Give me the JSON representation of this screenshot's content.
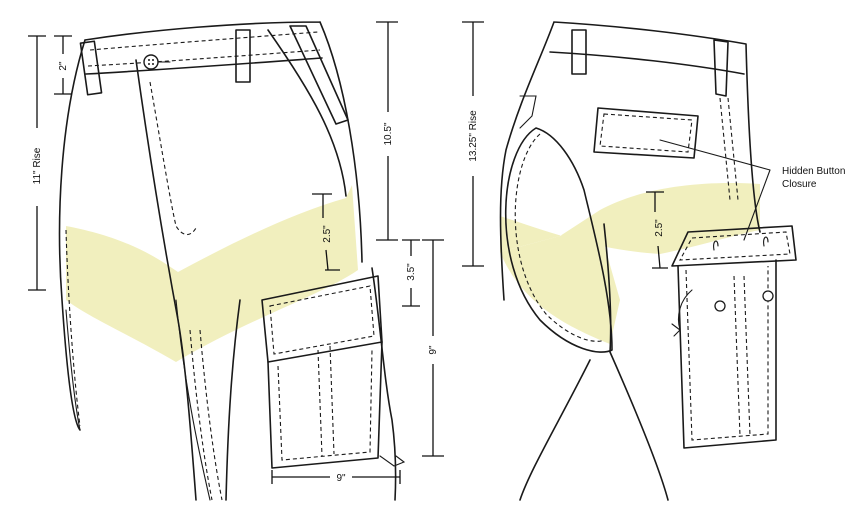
{
  "highlight_color": "#f1efbe",
  "ink_color": "#1a1a1a",
  "front_view": {
    "rise_label": "11\" Rise",
    "waistband_label": "2\"",
    "fly_label": "10.5\"",
    "zone_label": "2.5\"",
    "flap_label": "3.5\"",
    "pocket_height_label": "9\"",
    "pocket_width_label": "9\""
  },
  "back_view": {
    "rise_label": "13.25\" Rise",
    "zone_label": "2.5\"",
    "callout_label": "Hidden Button Closure",
    "callout_line1": "Hidden Button",
    "callout_line2": "Closure"
  }
}
